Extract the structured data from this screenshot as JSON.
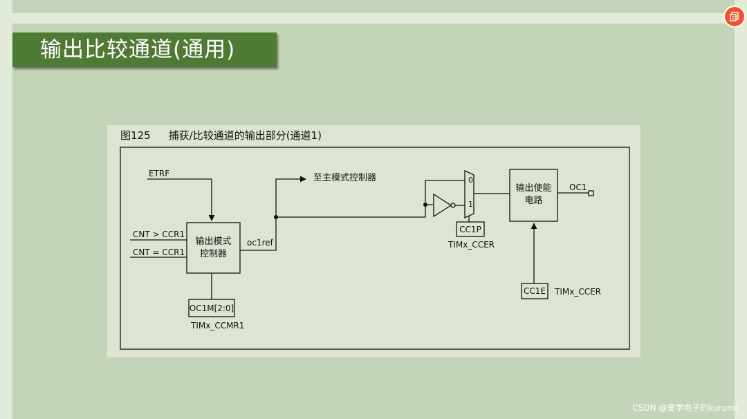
{
  "slide": {
    "title": "输出比较通道(通用)"
  },
  "figure": {
    "number": "图125",
    "title": "捕获/比较通道的输出部分(通道1)",
    "labels": {
      "etrf": "ETRF",
      "cnt_gt": "CNT > CCR1",
      "cnt_eq": "CNT = CCR1",
      "oc1ref": "oc1ref",
      "to_master": "至主模式控制器",
      "mux_0": "0",
      "mux_1": "1",
      "oc1": "OC1",
      "tim_ccmr1": "TIMx_CCMR1",
      "tim_ccer_a": "TIMx_CCER",
      "tim_ccer_b": "TIMx_CCER"
    },
    "blocks": {
      "output_mode_controller": [
        "输出模式",
        "控制器"
      ],
      "output_enable_circuit": [
        "输出使能",
        "电路"
      ],
      "oc1m": "OC1M[2:0]",
      "cc1p": "CC1P",
      "cc1e": "CC1E"
    }
  },
  "watermark": "CSDN @爱学电子的kurumi",
  "colors": {
    "banner": "#4e7a34",
    "slide_bg": "#c4d4b8",
    "figure_bg": "#dde5d2",
    "icon": "#f0542d"
  },
  "icons": {
    "corner": "share-badge-icon"
  }
}
